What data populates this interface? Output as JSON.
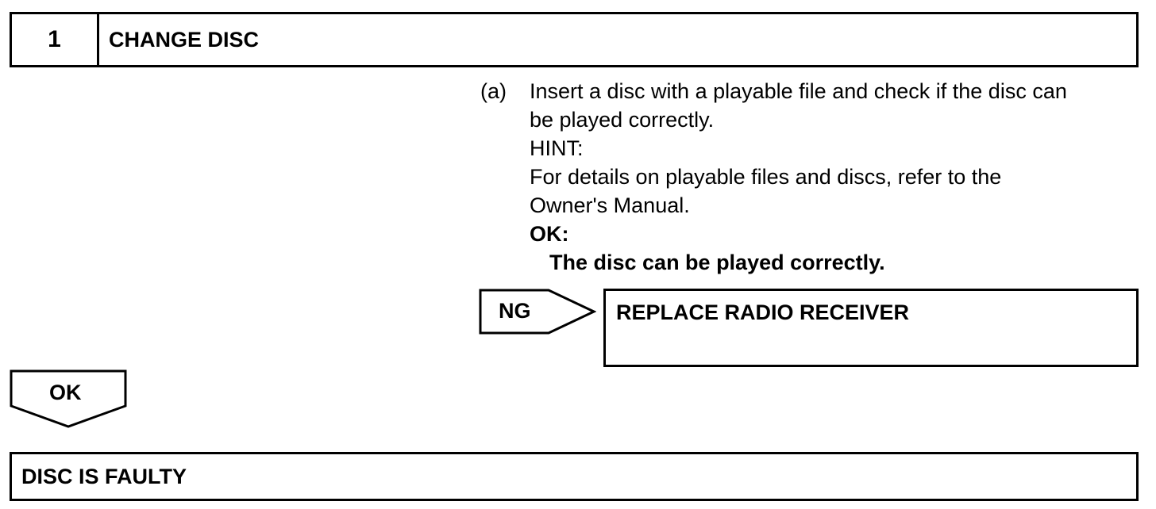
{
  "step": {
    "number": "1",
    "title": "CHANGE DISC"
  },
  "instructions": {
    "letter": "(a)",
    "line1": "Insert a disc with a playable file and check if the disc can",
    "line2": "be played correctly.",
    "hint_label": "HINT:",
    "hint_line1": "For details on playable files and discs, refer to the",
    "hint_line2": "Owner's Manual.",
    "ok_label": "OK:",
    "ok_criteria": "The disc can be played correctly."
  },
  "ng_branch": {
    "label": "NG",
    "result": "REPLACE RADIO RECEIVER"
  },
  "ok_branch": {
    "label": "OK",
    "result": "DISC IS FAULTY"
  }
}
